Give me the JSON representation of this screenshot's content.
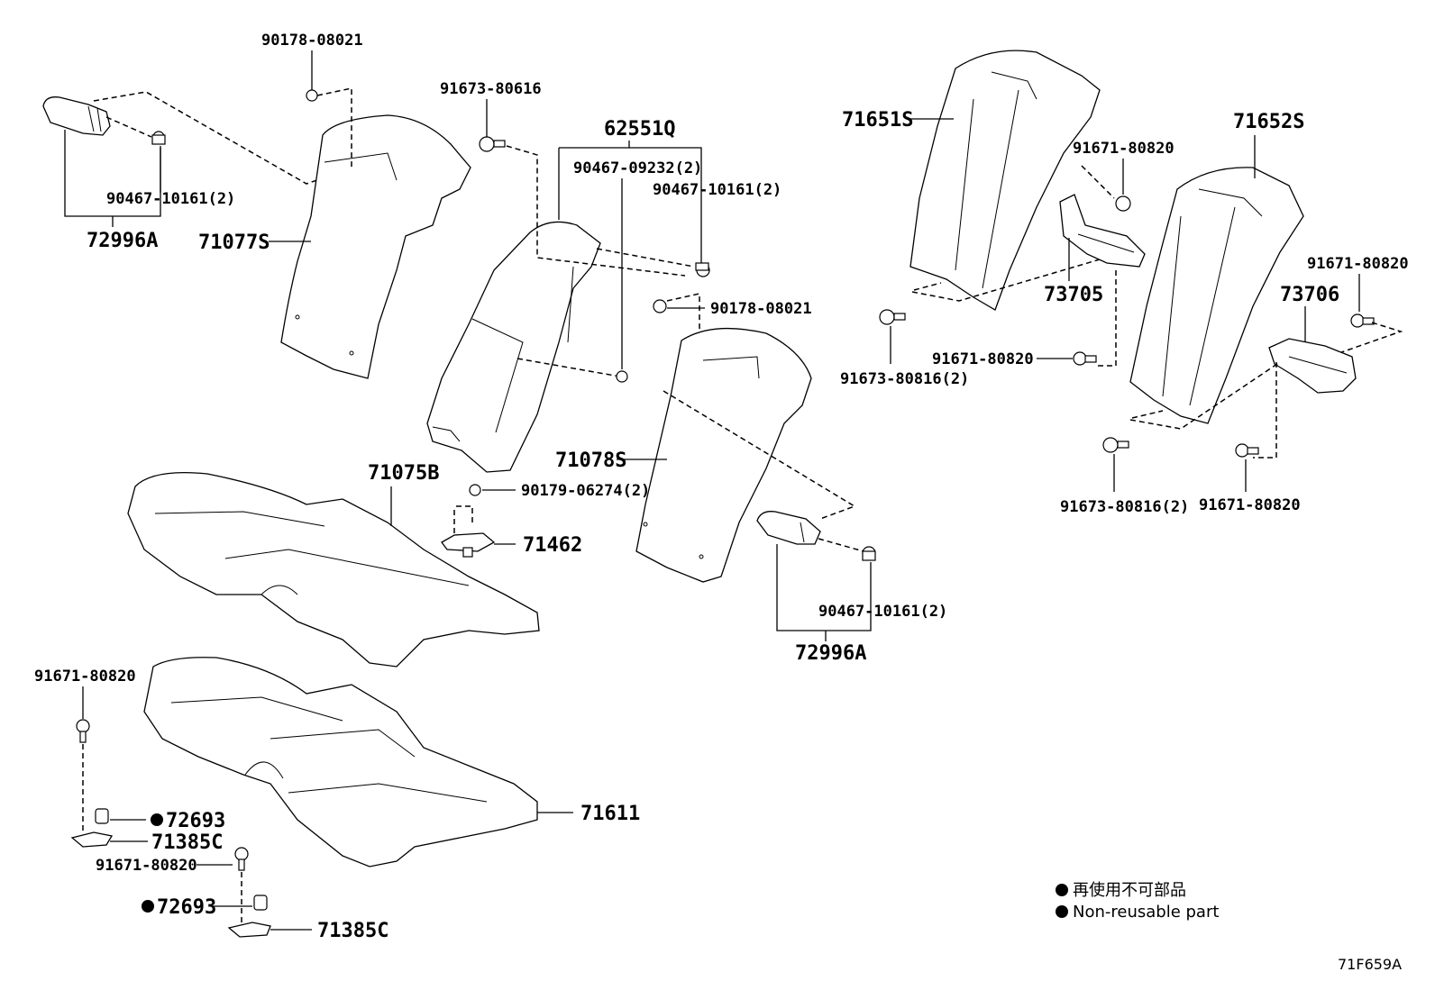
{
  "labels": {
    "p90178_a": "90178-08021",
    "p91673_80616": "91673-80616",
    "p62551q": "62551Q",
    "p90467_09232": "90467-09232(2)",
    "p90467_10161_a": "90467-10161(2)",
    "p90467_10161_b": "90467-10161(2)",
    "p90467_10161_c": "90467-10161(2)",
    "p72996a_a": "72996A",
    "p72996a_b": "72996A",
    "p71077s": "71077S",
    "p90178_b": "90178-08021",
    "p71075b": "71075B",
    "p71078s": "71078S",
    "p90179": "90179-06274(2)",
    "p71462": "71462",
    "p71651s": "71651S",
    "p71652s": "71652S",
    "p91671_a": "91671-80820",
    "p91671_b": "91671-80820",
    "p91671_c": "91671-80820",
    "p91671_d": "91671-80820",
    "p91671_e": "91671-80820",
    "p91671_f": "91671-80820",
    "p73705": "73705",
    "p73706": "73706",
    "p91673_80816_a": "91673-80816(2)",
    "p91673_80816_b": "91673-80816(2)",
    "p72693_a": "72693",
    "p72693_b": "72693",
    "p71385c_a": "71385C",
    "p71385c_b": "71385C",
    "p71611": "71611"
  },
  "legend": {
    "jp": "再使用不可部品",
    "en": "Non-reusable part"
  },
  "diagram_code": "71F659A"
}
